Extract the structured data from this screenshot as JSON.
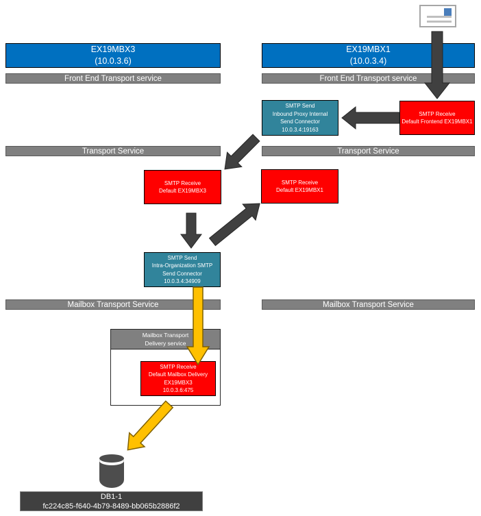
{
  "colors": {
    "server_blue": "#0070C0",
    "connector_red": "#FF0000",
    "connector_teal": "#31849B",
    "bar_gray": "#808080",
    "dark_gray": "#404040",
    "arrow_dark": "#404040",
    "arrow_yellow": "#FFC000",
    "stamp_blue": "#4A7EBB"
  },
  "servers": {
    "left": {
      "title": "EX19MBX3",
      "ip": "(10.0.3.6)",
      "frontend_bar": "Front End Transport service",
      "transport_bar": "Transport Service",
      "mailbox_bar": "Mailbox Transport Service"
    },
    "right": {
      "title": "EX19MBX1",
      "ip": "(10.0.3.4)",
      "frontend_bar": "Front End Transport service",
      "transport_bar": "Transport Service",
      "mailbox_bar": "Mailbox Transport Service"
    }
  },
  "connectors": {
    "frontend_receive": {
      "lines": [
        "SMTP Receive",
        "Default Frontend EX19MBX1"
      ]
    },
    "inbound_proxy_send": {
      "lines": [
        "SMTP Send",
        "Inbound Proxy Internal",
        "Send Connector",
        "10.0.3.4:19163"
      ]
    },
    "receive_mbx3": {
      "lines": [
        "SMTP Receive",
        "Default EX19MBX3"
      ]
    },
    "receive_mbx1": {
      "lines": [
        "SMTP Receive",
        "Default EX19MBX1"
      ]
    },
    "intra_org_send": {
      "lines": [
        "SMTP Send",
        "Intra-Organization SMTP",
        "Send Connector",
        "10.0.3.4:34909"
      ]
    },
    "mailbox_delivery_receive": {
      "lines": [
        "SMTP Receive",
        "Default Mailbox Delivery",
        "EX19MBX3",
        "10.0.3.6:475"
      ]
    }
  },
  "delivery_service": {
    "header_line1": "Mailbox Transport",
    "header_line2": "Delivery service"
  },
  "database": {
    "name": "DB1-1",
    "id": "fc224c85-f640-4b79-8489-bb065b2886f2"
  }
}
